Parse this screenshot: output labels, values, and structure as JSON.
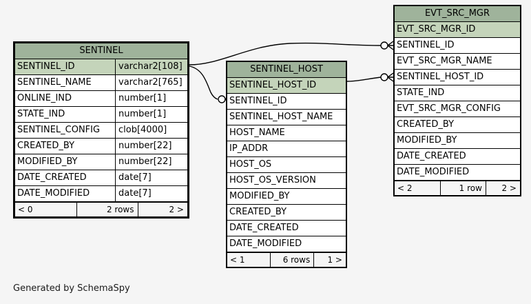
{
  "diagram": {
    "caption": "Generated by SchemaSpy",
    "background": "#f5f5f5",
    "header_color": "#9fb39b",
    "pk_row_color": "#c4d4ba",
    "border_color": "#000000"
  },
  "tables": [
    {
      "name": "SENTINEL",
      "emphasis": true,
      "columns": [
        {
          "name": "SENTINEL_ID",
          "type": "varchar2[108]",
          "pk": true
        },
        {
          "name": "SENTINEL_NAME",
          "type": "varchar2[765]",
          "pk": false
        },
        {
          "name": "ONLINE_IND",
          "type": "number[1]",
          "pk": false
        },
        {
          "name": "STATE_IND",
          "type": "number[1]",
          "pk": false
        },
        {
          "name": "SENTINEL_CONFIG",
          "type": "clob[4000]",
          "pk": false
        },
        {
          "name": "CREATED_BY",
          "type": "number[22]",
          "pk": false
        },
        {
          "name": "MODIFIED_BY",
          "type": "number[22]",
          "pk": false
        },
        {
          "name": "DATE_CREATED",
          "type": "date[7]",
          "pk": false
        },
        {
          "name": "DATE_MODIFIED",
          "type": "date[7]",
          "pk": false
        }
      ],
      "footer": {
        "prev": "< 0",
        "middle": "2 rows",
        "next": "2 >"
      }
    },
    {
      "name": "SENTINEL_HOST",
      "emphasis": false,
      "columns": [
        {
          "name": "SENTINEL_HOST_ID",
          "type": "",
          "pk": true
        },
        {
          "name": "SENTINEL_ID",
          "type": "",
          "pk": false
        },
        {
          "name": "SENTINEL_HOST_NAME",
          "type": "",
          "pk": false
        },
        {
          "name": "HOST_NAME",
          "type": "",
          "pk": false
        },
        {
          "name": "IP_ADDR",
          "type": "",
          "pk": false
        },
        {
          "name": "HOST_OS",
          "type": "",
          "pk": false
        },
        {
          "name": "HOST_OS_VERSION",
          "type": "",
          "pk": false
        },
        {
          "name": "MODIFIED_BY",
          "type": "",
          "pk": false
        },
        {
          "name": "CREATED_BY",
          "type": "",
          "pk": false
        },
        {
          "name": "DATE_CREATED",
          "type": "",
          "pk": false
        },
        {
          "name": "DATE_MODIFIED",
          "type": "",
          "pk": false
        }
      ],
      "footer": {
        "prev": "< 1",
        "middle": "6 rows",
        "next": "1 >"
      }
    },
    {
      "name": "EVT_SRC_MGR",
      "emphasis": false,
      "columns": [
        {
          "name": "EVT_SRC_MGR_ID",
          "type": "",
          "pk": true
        },
        {
          "name": "SENTINEL_ID",
          "type": "",
          "pk": false
        },
        {
          "name": "EVT_SRC_MGR_NAME",
          "type": "",
          "pk": false
        },
        {
          "name": "SENTINEL_HOST_ID",
          "type": "",
          "pk": false
        },
        {
          "name": "STATE_IND",
          "type": "",
          "pk": false
        },
        {
          "name": "EVT_SRC_MGR_CONFIG",
          "type": "",
          "pk": false
        },
        {
          "name": "CREATED_BY",
          "type": "",
          "pk": false
        },
        {
          "name": "MODIFIED_BY",
          "type": "",
          "pk": false
        },
        {
          "name": "DATE_CREATED",
          "type": "",
          "pk": false
        },
        {
          "name": "DATE_MODIFIED",
          "type": "",
          "pk": false
        }
      ],
      "footer": {
        "prev": "< 2",
        "middle": "1 row",
        "next": "2 >"
      }
    }
  ],
  "relationships": [
    {
      "name": "sentinel-to-evt-src-mgr",
      "from": "SENTINEL.SENTINEL_ID",
      "to": "EVT_SRC_MGR.SENTINEL_ID"
    },
    {
      "name": "sentinel-to-sentinel-host",
      "from": "SENTINEL.SENTINEL_ID",
      "to": "SENTINEL_HOST.SENTINEL_ID"
    },
    {
      "name": "sentinel-host-to-evt-src-mgr",
      "from": "SENTINEL_HOST.SENTINEL_HOST_ID",
      "to": "EVT_SRC_MGR.SENTINEL_HOST_ID"
    }
  ]
}
